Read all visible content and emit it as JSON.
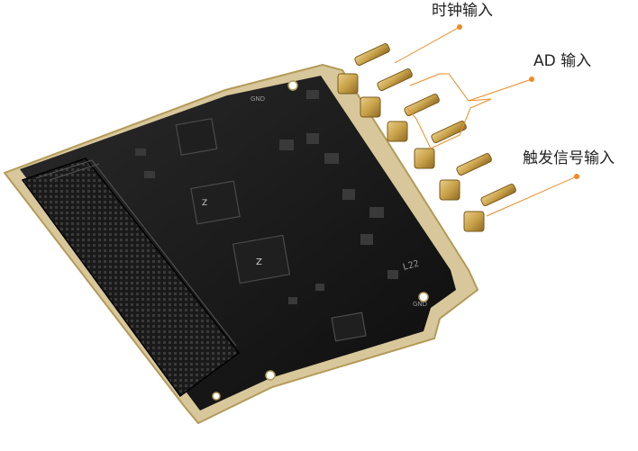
{
  "labels": {
    "clock_input": "时钟输入",
    "ad_input": "AD 输入",
    "trigger_input": "触发信号输入"
  },
  "pcb_silkscreen": {
    "board_marking": "L22",
    "gnd_top": "GND",
    "gnd_bottom": "GND"
  },
  "colors": {
    "background": "#ffffff",
    "pcb": "#151515",
    "gold": "#c9a24a",
    "leader": "#f08a24",
    "text": "#222222"
  }
}
